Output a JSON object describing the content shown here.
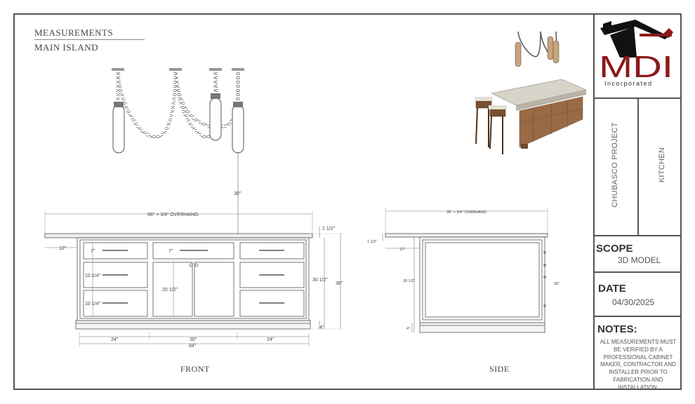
{
  "header": {
    "title": "MEASUREMENTS",
    "subtitle": "MAIN ISLAND"
  },
  "views": {
    "front": "FRONT",
    "side": "SIDE"
  },
  "front_dims": {
    "overall": "96\" + 3/4\" OVERHANG",
    "top_thickness": "1 1/2\"",
    "pendant_drop": "30\"",
    "overhang": "12\"",
    "drawer_top_left": "7\"",
    "drawer_top_mid": "7\"",
    "drawer_mid_left": "10 1/4\"",
    "drawer_bot_left": "10 1/4\"",
    "door_height": "20 1/2\"",
    "cabinet_height": "30 1/2\"",
    "total_height": "36\"",
    "toe_kick": "4\"",
    "width_left": "24\"",
    "width_mid": "30\"",
    "width_right": "24\"",
    "width_total": "84\""
  },
  "side_dims": {
    "overall": "36\" + 3/4\" OVERHANG",
    "top_thickness": "1 1/2\"",
    "overhang": "12\"",
    "cabinet_height": "30 1/2\"",
    "total_height": "36\"",
    "toe_kick": "4\""
  },
  "title_block": {
    "logo_text": "MDI",
    "logo_sub": "Incorporated",
    "project": "CHUBASCO PROJECT",
    "room": "KITCHEN",
    "scope_label": "SCOPE",
    "scope_value": "3D MODEL",
    "date_label": "DATE",
    "date_value": "04/30/2025",
    "notes_label": "NOTES:",
    "notes_value": "ALL MEASUREMENTS MUST BE VERIFIED BY A PROFESSIONAL CABINET MAKER, CONTRACTOR AND INSTALLER PRIOR TO FABRICATION AND INSTALLATION."
  },
  "colors": {
    "logo_red": "#8b1a1a",
    "line": "#555555",
    "wood": "#9a6a45",
    "stone": "#d8d3c8"
  }
}
